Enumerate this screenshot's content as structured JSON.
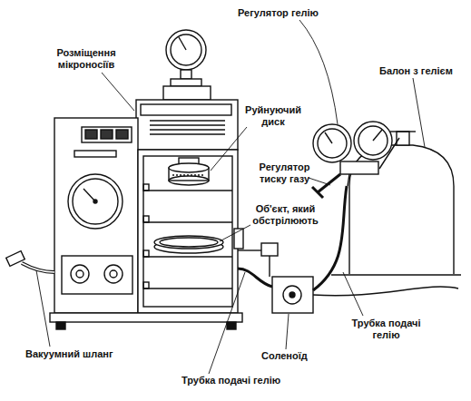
{
  "diagram": {
    "labels": [
      "Розміщення мікроносіїв",
      "Регулятор гелію",
      "Руйнуючий диск",
      "Балон з гелієм",
      "Регулятор тиску газу",
      "Об'єкт, який обстрілюють",
      "Вакуумний шланг",
      "Трубка подачі гелію",
      "Соленоїд",
      "Трубка подачі гелію"
    ]
  }
}
